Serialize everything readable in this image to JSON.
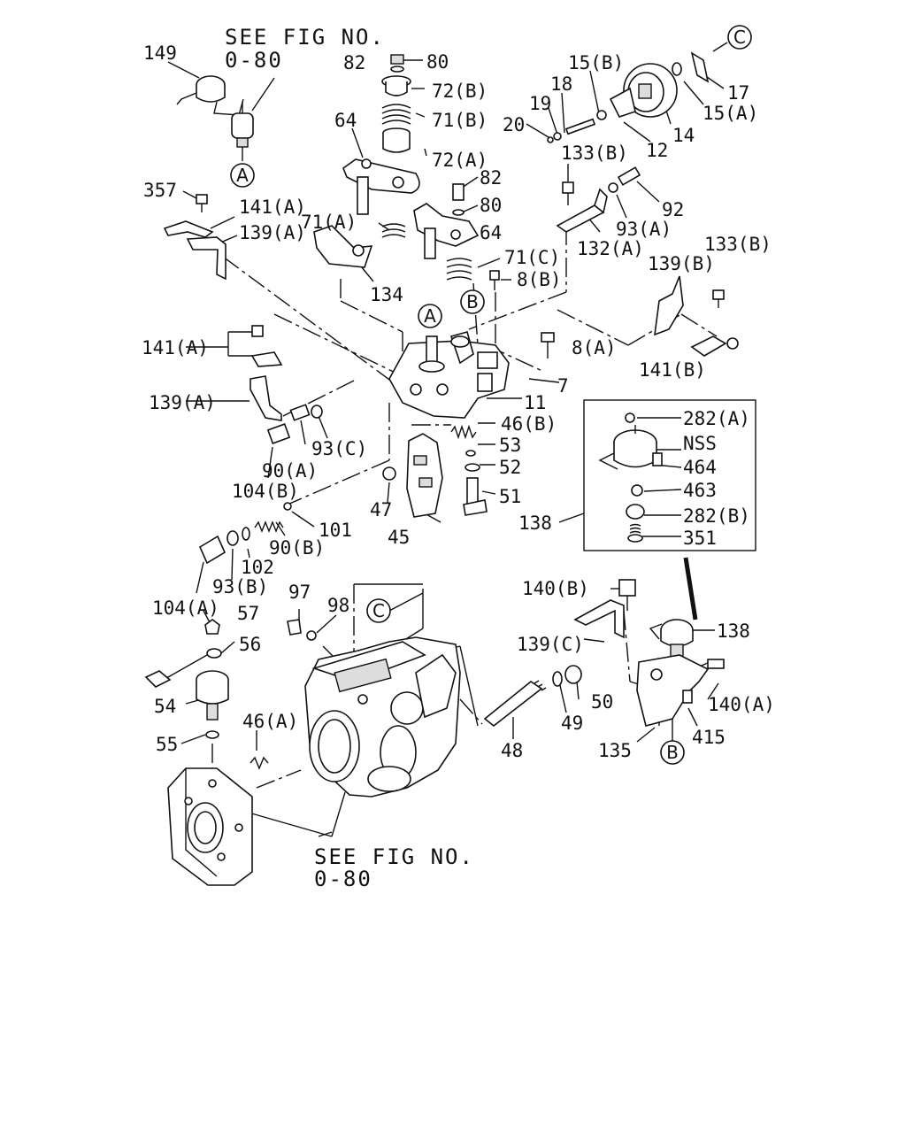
{
  "diagram": {
    "reference_notes": [
      {
        "line1": "SEE FIG NO.",
        "line2": "0-80"
      },
      {
        "line1": "SEE FIG NO.",
        "line2": "0-80"
      }
    ],
    "connectors": [
      "A",
      "B",
      "C",
      "A",
      "B",
      "C"
    ],
    "part_labels": [
      "149",
      "82",
      "80",
      "72(B)",
      "71(B)",
      "72(A)",
      "64",
      "15(B)",
      "18",
      "19",
      "20",
      "12",
      "14",
      "15(A)",
      "17",
      "133(B)",
      "92",
      "93(A)",
      "132(A)",
      "357",
      "141(A)",
      "139(A)",
      "82",
      "80",
      "64",
      "71(A)",
      "71(C)",
      "8(B)",
      "134",
      "133(B)",
      "139(B)",
      "141(A)",
      "8(A)",
      "141(B)",
      "7",
      "11",
      "139(A)",
      "46(B)",
      "93(C)",
      "90(A)",
      "104(B)",
      "53",
      "52",
      "51",
      "47",
      "45",
      "101",
      "90(B)",
      "102",
      "93(B)",
      "104(A)",
      "282(A)",
      "NSS",
      "464",
      "463",
      "138",
      "282(B)",
      "351",
      "140(B)",
      "138",
      "139(C)",
      "57",
      "97",
      "98",
      "56",
      "54",
      "50",
      "49",
      "140(A)",
      "415",
      "135",
      "48",
      "55",
      "46(A)"
    ]
  }
}
